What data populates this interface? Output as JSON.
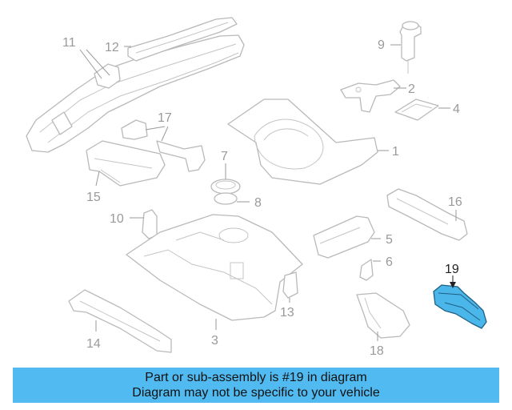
{
  "diagram": {
    "highlight_color": "#4bb6ea",
    "part_line_color": "#b9b9b9",
    "callouts": {
      "c1": "1",
      "c2": "2",
      "c3": "3",
      "c4": "4",
      "c5": "5",
      "c6": "6",
      "c7": "7",
      "c8": "8",
      "c9": "9",
      "c10": "10",
      "c11": "11",
      "c12": "12",
      "c13": "13",
      "c14": "14",
      "c15": "15",
      "c16": "16",
      "c17": "17",
      "c18": "18",
      "c19": "19"
    },
    "highlighted_part": "19"
  },
  "banner": {
    "line1": "Part or sub-assembly is #19 in diagram",
    "line2": "Diagram may not be specific to your vehicle",
    "color": "#51baf0"
  }
}
